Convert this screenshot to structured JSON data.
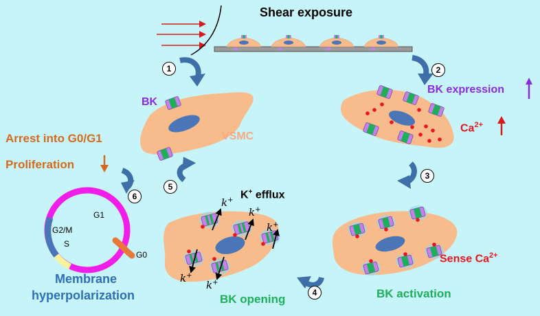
{
  "title": "Shear exposure",
  "labels": {
    "bk": "BK",
    "vsmc": "VSMC",
    "bk_expression": "BK expression",
    "ca_up": "Ca",
    "ca_sup": "2+",
    "arrest": "Arrest into G0/G1",
    "proliferation": "Proliferation",
    "k_efflux": "K",
    "k_efflux_sup": "+",
    "k_efflux_tail": " efflux",
    "sense_ca": "Sense Ca",
    "sense_ca_sup": "2+",
    "bk_activation": "BK activation",
    "bk_opening": "BK opening",
    "membrane1": "Membrane",
    "membrane2": "hyperpolarization"
  },
  "cell_cycle": {
    "g1": "G1",
    "g2m": "G2/M",
    "s": "S",
    "g0": "G0"
  },
  "k_ion": {
    "base": "k",
    "sup": "+"
  },
  "steps": [
    "1",
    "2",
    "3",
    "4",
    "5",
    "6"
  ],
  "colors": {
    "background": "#c6f4f8",
    "cell": "#f8bb8c",
    "nucleus": "#4a76b8",
    "bk_channel": "#c382e8",
    "bk_core": "#1fae5b",
    "calcium": "#e8141e",
    "cycle_g1": "#f01ee8",
    "cycle_g2m": "#4a76b8",
    "cycle_s": "#f8f49a",
    "cycle_g0": "#e87838",
    "loop_arrow": "#3f6fa8",
    "green_text": "#1fae5b",
    "orange_text": "#d46a1e",
    "blue_text": "#2f6fb7",
    "purple_text": "#8a2be2"
  }
}
